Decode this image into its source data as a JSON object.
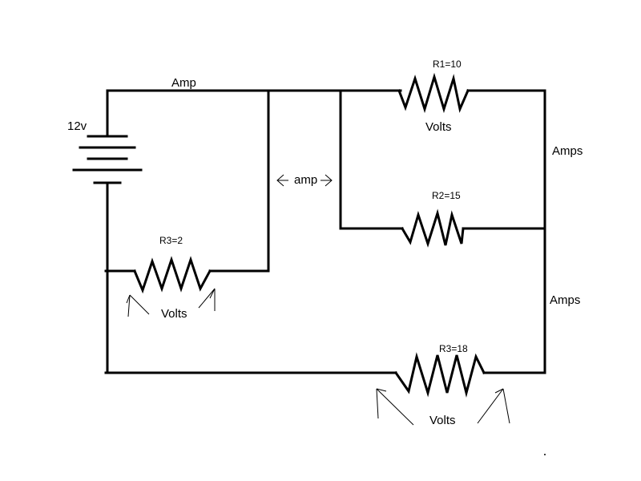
{
  "battery": {
    "label": "12v"
  },
  "labels": {
    "top_wire": "Amp",
    "r1_name": "R1=10",
    "r1_volts": "Volts",
    "r2_name": "R2=15",
    "right_upper": "Amps",
    "right_lower": "Amps",
    "middle_amp": "amp",
    "r3_left_name": "R3=2",
    "r3_left_volts": "Volts",
    "r3_bottom_name": "R3=18",
    "r3_bottom_volts": "Volts"
  },
  "colors": {
    "ink": "#000000",
    "background": "#ffffff"
  }
}
